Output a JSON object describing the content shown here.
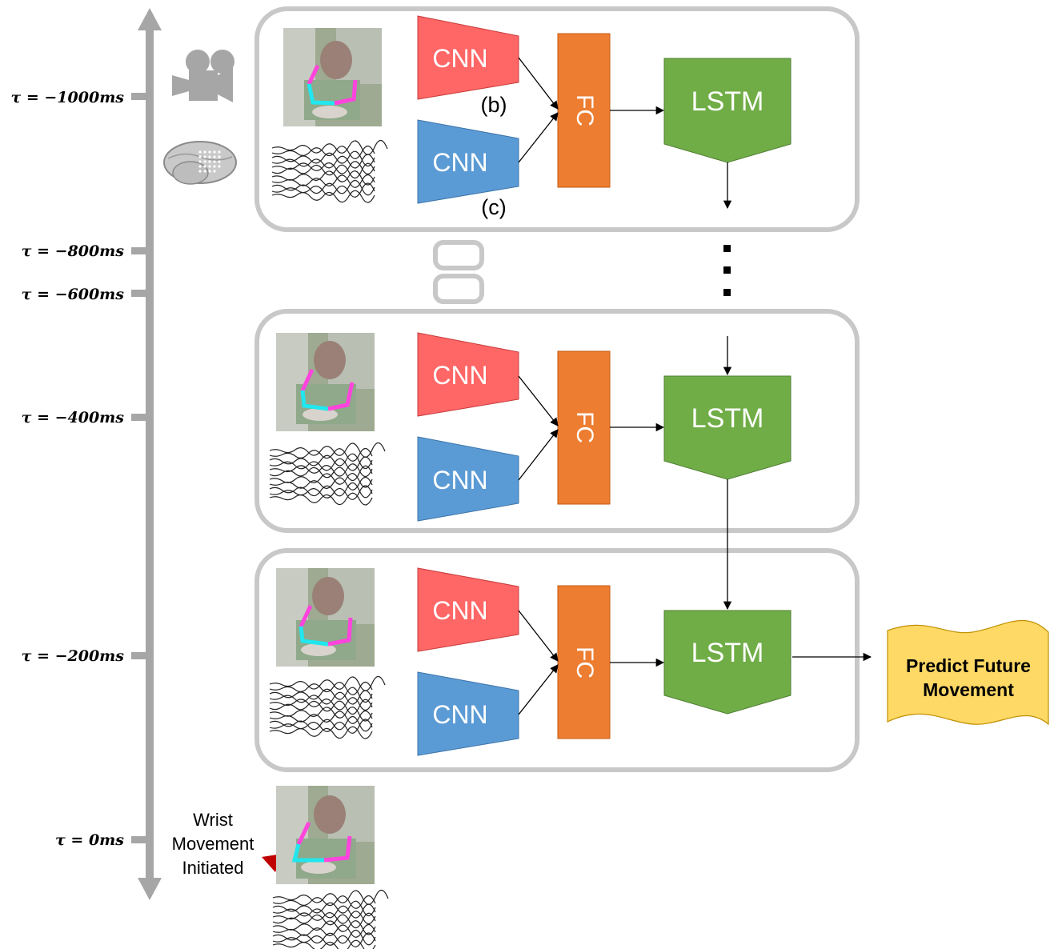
{
  "timeline": {
    "ticks": [
      {
        "label": "τ = −1000ms"
      },
      {
        "label": "τ = −800ms"
      },
      {
        "label": "τ = −600ms"
      },
      {
        "label": "τ = −400ms"
      },
      {
        "label": "τ = −200ms"
      },
      {
        "label": "τ = 0ms"
      }
    ],
    "event": {
      "line1": "Wrist",
      "line2": "Movement",
      "line3": "Initiated"
    }
  },
  "blocks": [
    {
      "cnn_top": "CNN",
      "cnn_bottom": "CNN",
      "fc": "FC",
      "lstm": "LSTM",
      "tag_top": "(b)",
      "tag_bottom": "(c)"
    },
    {
      "cnn_top": "CNN",
      "cnn_bottom": "CNN",
      "fc": "FC",
      "lstm": "LSTM"
    },
    {
      "cnn_top": "CNN",
      "cnn_bottom": "CNN",
      "fc": "FC",
      "lstm": "LSTM"
    }
  ],
  "output": {
    "line1": "Predict Future",
    "line2": "Movement"
  },
  "colors": {
    "cnn_video": "#ff6666",
    "cnn_ecog": "#5b9bd5",
    "fc": "#ed7d31",
    "lstm": "#70ad47",
    "output": "#ffd966",
    "timeline": "#a6a6a6",
    "frame": "#c8c8c8",
    "event_marker": "#c00000"
  }
}
